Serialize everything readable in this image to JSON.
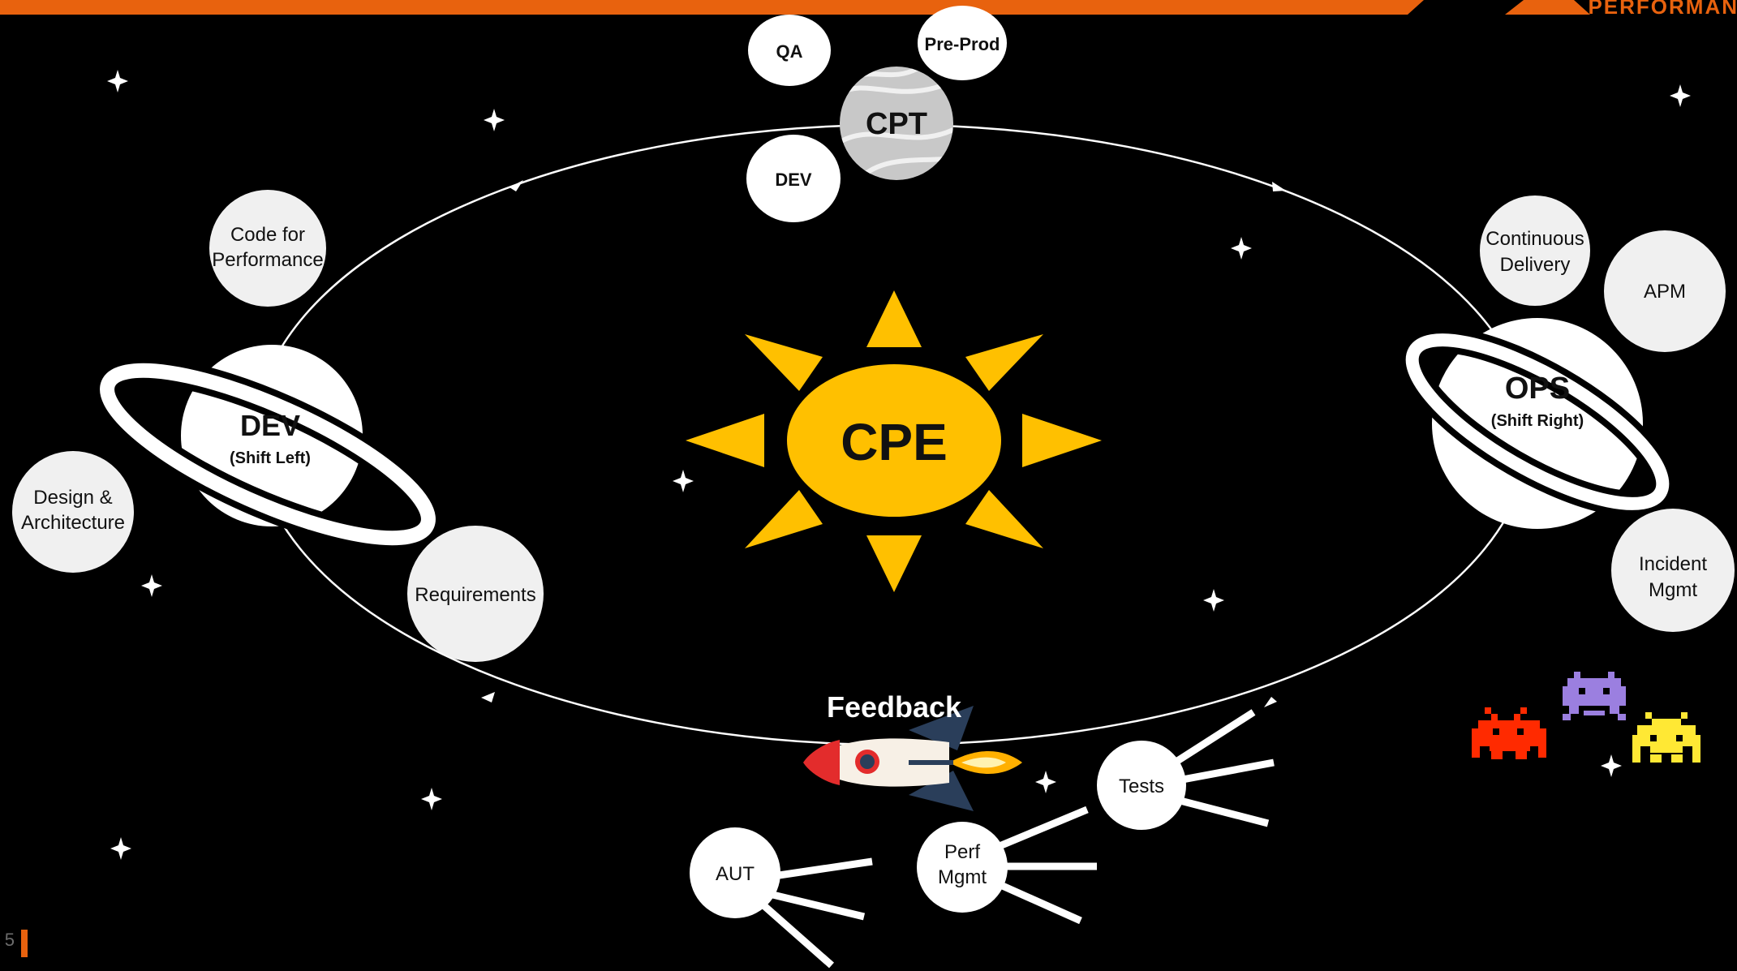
{
  "header": {
    "bar_color": "#e8620e",
    "brand_text": "PERFORMAN"
  },
  "center": {
    "label": "CPE",
    "color": "#ffc000"
  },
  "planets": {
    "dev": {
      "label": "DEV",
      "sublabel": "(Shift Left)"
    },
    "ops": {
      "label": "OPS",
      "sublabel": "(Shift Right)"
    },
    "cpt": {
      "label": "CPT"
    }
  },
  "moons": {
    "qa": "QA",
    "pre_prod": "Pre-Prod",
    "dev_small": "DEV",
    "code_for_performance": [
      "Code for",
      "Performance"
    ],
    "design_architecture": [
      "Design &",
      "Architecture"
    ],
    "requirements": "Requirements",
    "continuous_delivery": [
      "Continuous",
      "Delivery"
    ],
    "apm": "APM",
    "incident_mgmt": [
      "Incident",
      "Mgmt"
    ]
  },
  "satellites": {
    "tests": "Tests",
    "perf_mgmt": [
      "Perf",
      "Mgmt"
    ],
    "aut": "AUT"
  },
  "rocket": {
    "label": "Feedback"
  },
  "invaders": {
    "colors": [
      "#ff2a00",
      "#9b7fe0",
      "#ffe834"
    ]
  },
  "footer": {
    "slide_number": "5"
  }
}
